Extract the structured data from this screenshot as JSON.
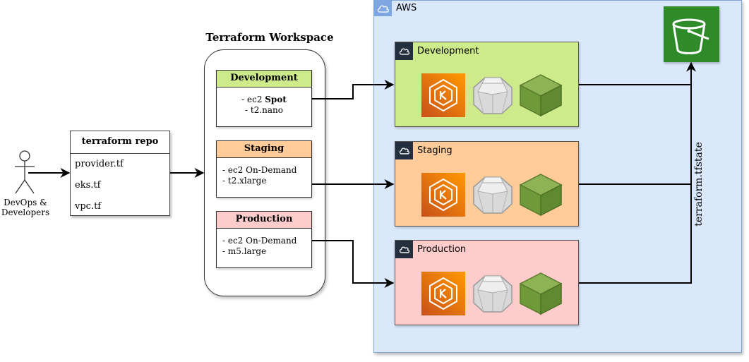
{
  "actor": {
    "label_line1": "DevOps &",
    "label_line2": "Developers"
  },
  "repo": {
    "title": "terraform repo",
    "files": [
      "provider.tf",
      "eks.tf",
      "vpc.tf"
    ]
  },
  "workspace": {
    "title": "Terraform Workspace",
    "environments": [
      {
        "name": "Development",
        "line1_prefix": "- ec2 ",
        "line1_bold": "Spot",
        "line2": "- t2.nano",
        "color": "#cdeb8b"
      },
      {
        "name": "Staging",
        "line1": "- ec2 On-Demand",
        "line2": "- t2.xlarge",
        "color": "#ffcc99"
      },
      {
        "name": "Production",
        "line1": "- ec2 On-Demand",
        "line2": "- m5.large",
        "color": "#ffcccc"
      }
    ]
  },
  "aws": {
    "label": "AWS",
    "background": "#dae8fc",
    "groups": [
      {
        "name": "Development",
        "color": "#cdeb8b",
        "icons": [
          "eks-icon",
          "ec2-instance-icon",
          "resource-cube-icon"
        ]
      },
      {
        "name": "Staging",
        "color": "#ffcc99",
        "icons": [
          "eks-icon",
          "ec2-instance-icon",
          "resource-cube-icon"
        ]
      },
      {
        "name": "Production",
        "color": "#ffcccc",
        "icons": [
          "eks-icon",
          "ec2-instance-icon",
          "resource-cube-icon"
        ]
      }
    ],
    "bucket_icon": "s3-bucket-icon",
    "state_label": "terraform.tfstate"
  }
}
